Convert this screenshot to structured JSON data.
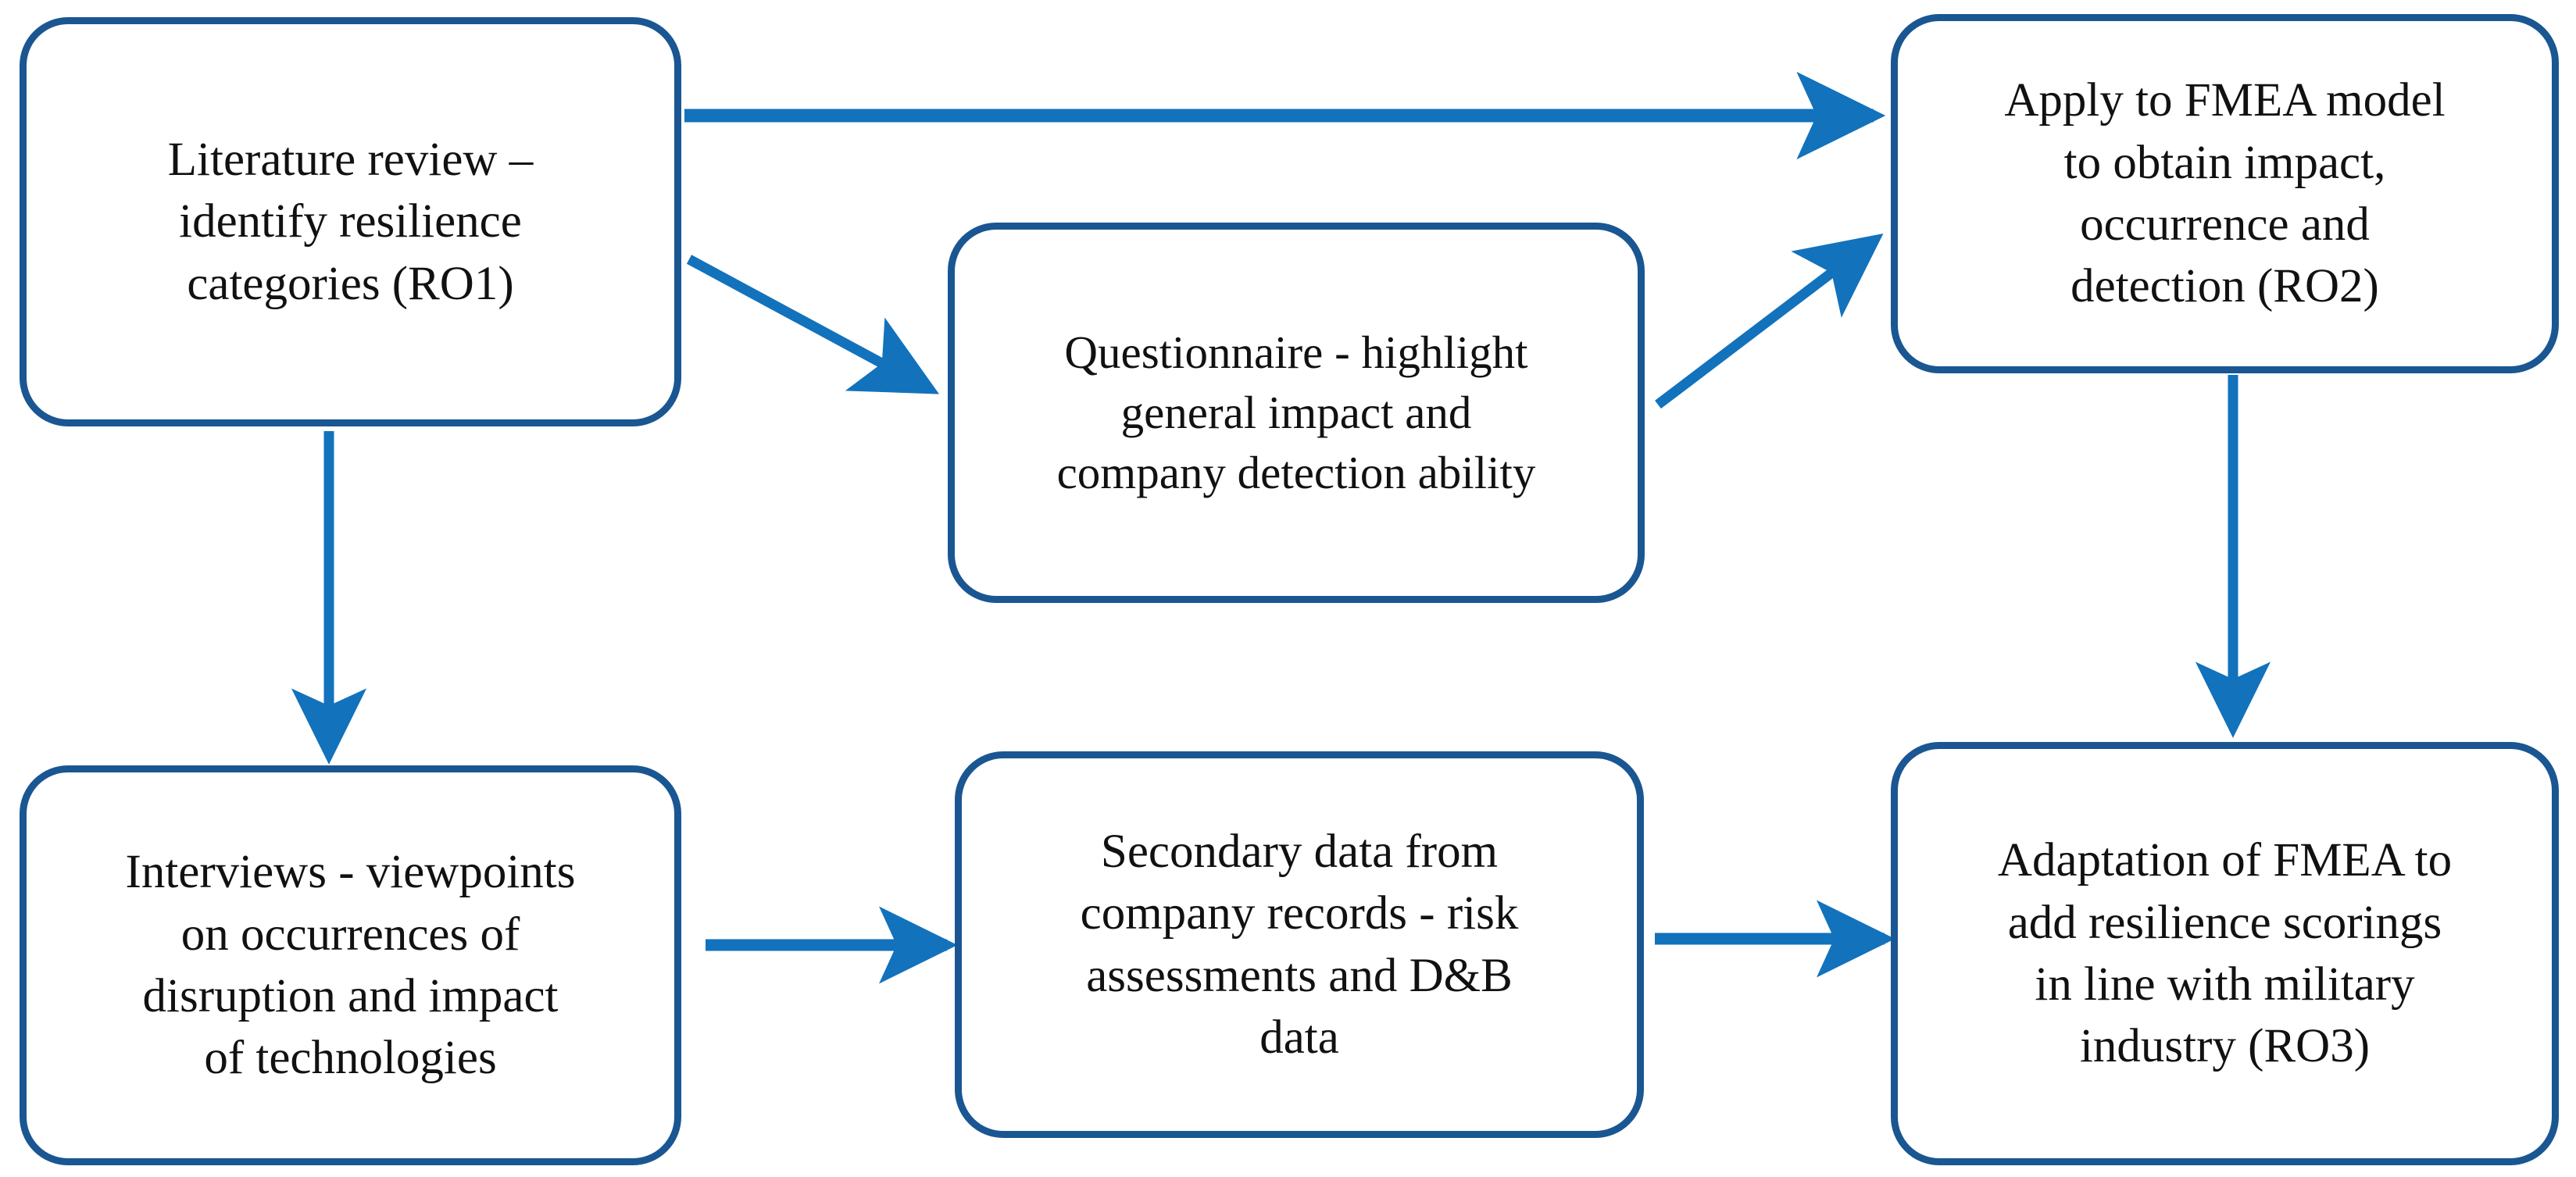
{
  "diagram": {
    "type": "flowchart",
    "title": "",
    "colors": {
      "node_border": "#1A5692",
      "node_fill": "#FFFFFF",
      "arrow": "#1272BC",
      "text": "#111111",
      "background": "#FFFFFF"
    },
    "nodes": [
      {
        "id": "literature-review",
        "label": "Literature review –\nidentify resilience\ncategories (RO1)",
        "row": "top",
        "column": "left"
      },
      {
        "id": "questionnaire",
        "label": "Questionnaire - highlight\ngeneral impact and\ncompany detection ability",
        "row": "top",
        "column": "middle"
      },
      {
        "id": "apply-fmea",
        "label": "Apply to FMEA model\nto obtain impact,\noccurrence and\ndetection (RO2)",
        "row": "top",
        "column": "right"
      },
      {
        "id": "interviews",
        "label": "Interviews - viewpoints\non occurrences of\ndisruption and impact\nof technologies",
        "row": "bottom",
        "column": "left"
      },
      {
        "id": "secondary-data",
        "label": "Secondary data from\ncompany records - risk\nassessments and D&B\ndata",
        "row": "bottom",
        "column": "middle"
      },
      {
        "id": "adaptation-fmea",
        "label": "Adaptation of FMEA to\nadd resilience scorings\nin line with military\nindustry (RO3)",
        "row": "bottom",
        "column": "right"
      }
    ],
    "edges": [
      {
        "id": "edge-lit-to-apply",
        "from": "literature-review",
        "to": "apply-fmea",
        "style": "horizontal-arrow"
      },
      {
        "id": "edge-lit-to-quest",
        "from": "literature-review",
        "to": "questionnaire",
        "style": "diagonal-arrow-down-right"
      },
      {
        "id": "edge-quest-to-apply",
        "from": "questionnaire",
        "to": "apply-fmea",
        "style": "diagonal-arrow-up-right"
      },
      {
        "id": "edge-lit-to-interviews",
        "from": "literature-review",
        "to": "interviews",
        "style": "vertical-arrow-down"
      },
      {
        "id": "edge-apply-to-adapt",
        "from": "apply-fmea",
        "to": "adaptation-fmea",
        "style": "vertical-arrow-down"
      },
      {
        "id": "edge-interviews-to-sec",
        "from": "interviews",
        "to": "secondary-data",
        "style": "horizontal-arrow"
      },
      {
        "id": "edge-sec-to-adapt",
        "from": "secondary-data",
        "to": "adaptation-fmea",
        "style": "horizontal-arrow"
      }
    ]
  }
}
